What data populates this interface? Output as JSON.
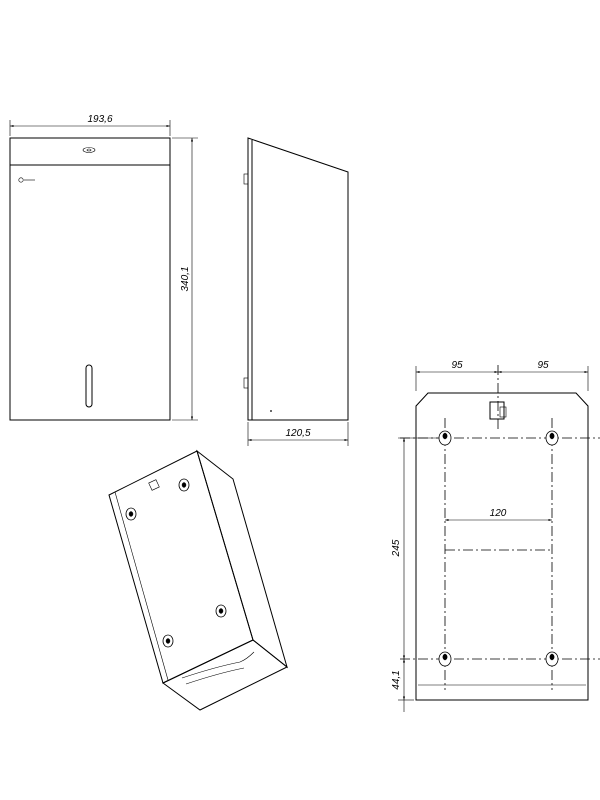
{
  "dimensions": {
    "front_width": "193,6",
    "front_height": "340,1",
    "side_depth": "120,5",
    "back_left_offset": "95",
    "back_right_offset": "95",
    "back_hole_spacing_horizontal": "120",
    "back_hole_spacing_vertical": "245",
    "back_bottom_offset": "44,1"
  }
}
